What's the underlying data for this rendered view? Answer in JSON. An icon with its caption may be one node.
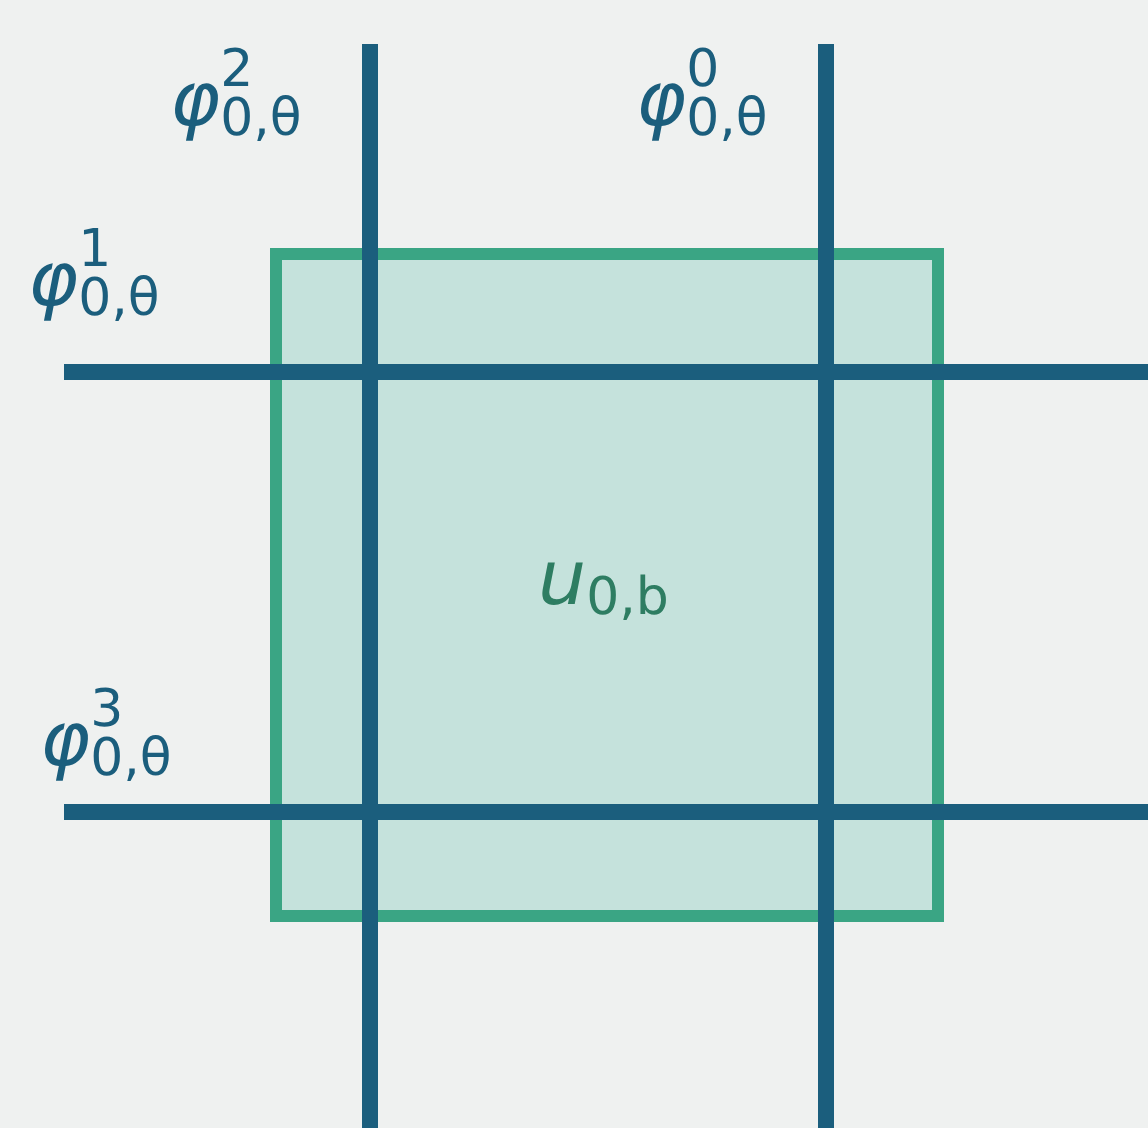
{
  "diagram": {
    "nodes": [
      {
        "text": [
          "*φ*$^{2}$$_{0,θ}$"
        ]
      },
      {
        "text": [
          "*φ*$^{0}$$_{0,θ}$"
        ]
      },
      {
        "text": [
          "*φ*$^{1}$$_{0,θ}$"
        ]
      },
      {
        "text": [
          "*u*$_{0,b}$"
        ]
      },
      {
        "text": [
          "*φ*$^{3}$$_{0,θ}$"
        ]
      }
    ]
  }
}
